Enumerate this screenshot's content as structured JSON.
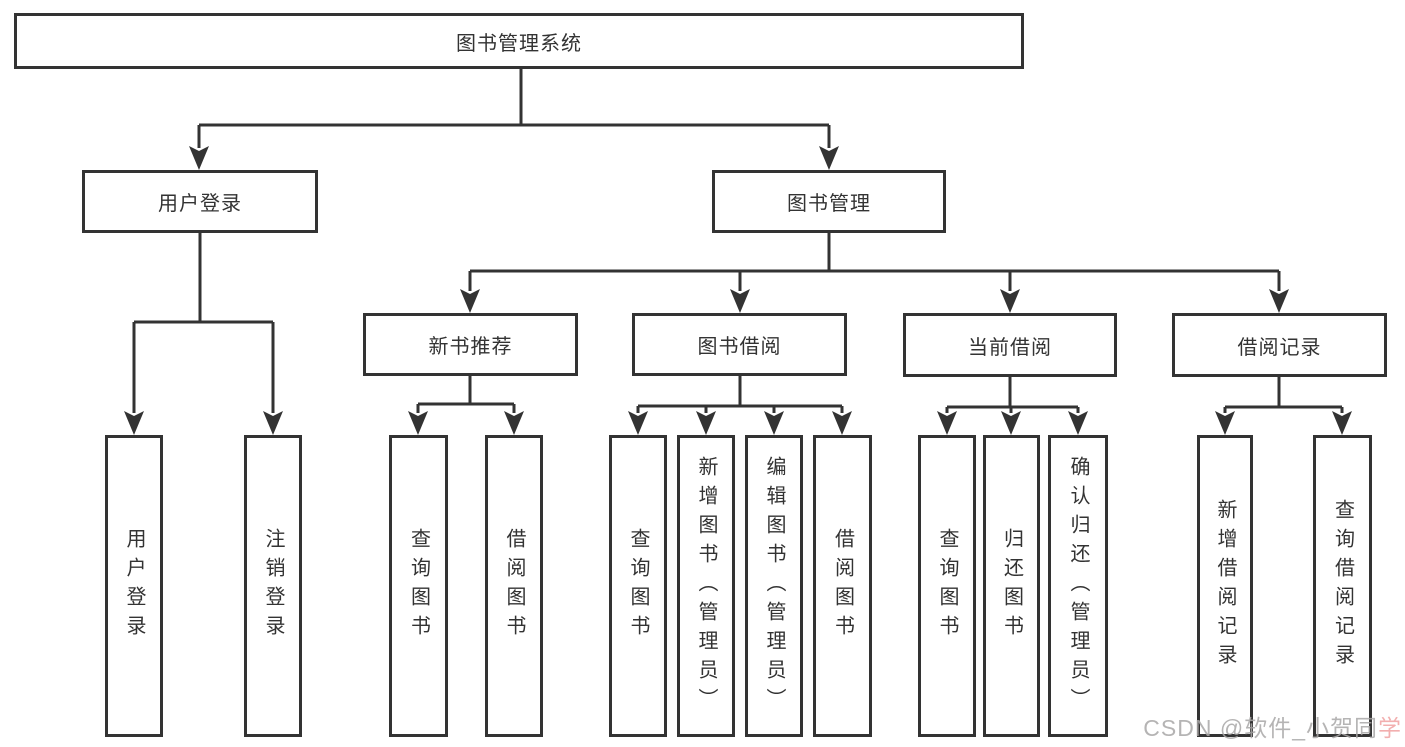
{
  "diagram": {
    "root": {
      "label": "图书管理系统",
      "children": [
        {
          "label": "用户登录",
          "children": [
            {
              "label": "用户登录"
            },
            {
              "label": "注销登录"
            }
          ]
        },
        {
          "label": "图书管理",
          "children": [
            {
              "label": "新书推荐",
              "children": [
                {
                  "label": "查询图书"
                },
                {
                  "label": "借阅图书"
                }
              ]
            },
            {
              "label": "图书借阅",
              "children": [
                {
                  "label": "查询图书"
                },
                {
                  "label": "新增图书（管理员）"
                },
                {
                  "label": "编辑图书（管理员）"
                },
                {
                  "label": "借阅图书"
                }
              ]
            },
            {
              "label": "当前借阅",
              "children": [
                {
                  "label": "查询图书"
                },
                {
                  "label": "归还图书"
                },
                {
                  "label": "确认归还（管理员）"
                }
              ]
            },
            {
              "label": "借阅记录",
              "children": [
                {
                  "label": "新增借阅记录"
                },
                {
                  "label": "查询借阅记录"
                }
              ]
            }
          ]
        }
      ]
    }
  },
  "watermark": {
    "prefix": "CSDN @软件_小贺同",
    "suffix": "学"
  },
  "colors": {
    "line": "#333333",
    "text": "#333333",
    "watermark_gray": "#a9a7a7",
    "watermark_pink": "#f0a2a2"
  }
}
